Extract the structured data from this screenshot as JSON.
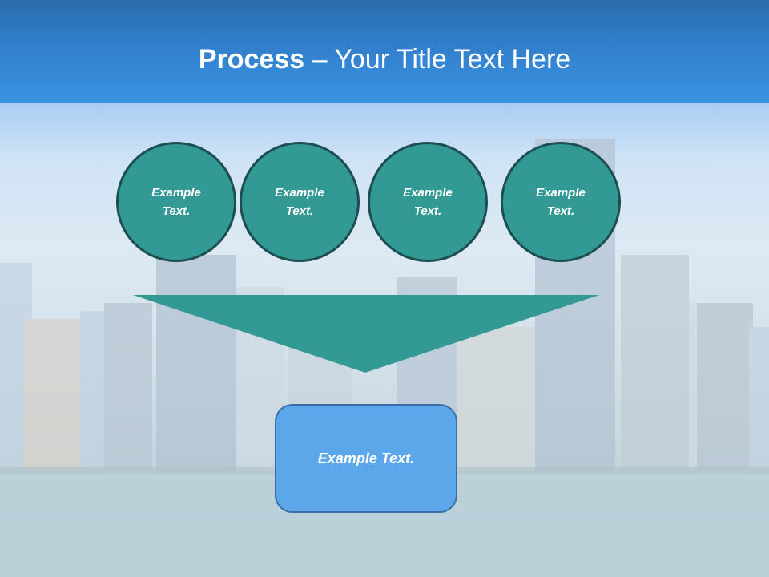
{
  "slide": {
    "title_bold": "Process",
    "title_separator": " – ",
    "title_rest": "Your Title Text Here"
  },
  "diagram": {
    "inputs": [
      {
        "label": "Example Text."
      },
      {
        "label": "Example Text."
      },
      {
        "label": "Example Text."
      },
      {
        "label": "Example Text."
      }
    ],
    "output": {
      "label": "Example Text."
    }
  },
  "colors": {
    "header_blue": "#317fcc",
    "circle_fill": "#339995",
    "circle_border": "#1c4f4f",
    "funnel_fill": "#339995",
    "box_fill": "#5ba7ea",
    "box_border": "#3b6fa6",
    "text": "#ffffff"
  }
}
